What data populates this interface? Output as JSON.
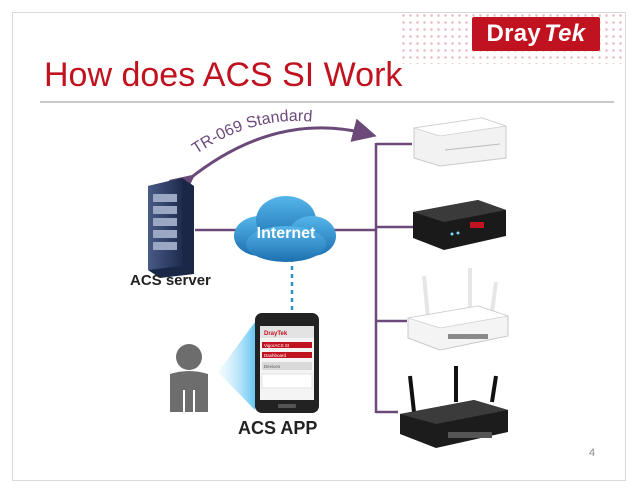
{
  "header": {
    "logo_dray": "Dray",
    "logo_tek": "Tek",
    "title": "How does ACS SI Work",
    "page_number": "4"
  },
  "diagram": {
    "protocol_label": "TR-069 Standard",
    "cloud_label": "Internet",
    "server_label": "ACS server",
    "app_label": "ACS APP",
    "phone_screen": {
      "brand": "DrayTek",
      "rows": [
        "VigorACS SI",
        "Dashboard",
        "Devices"
      ]
    }
  },
  "colors": {
    "accent_red": "#c1121f",
    "line_purple": "#6b4a7a",
    "cloud_blue": "#2f8ec9",
    "server_navy": "#2e3f68"
  }
}
